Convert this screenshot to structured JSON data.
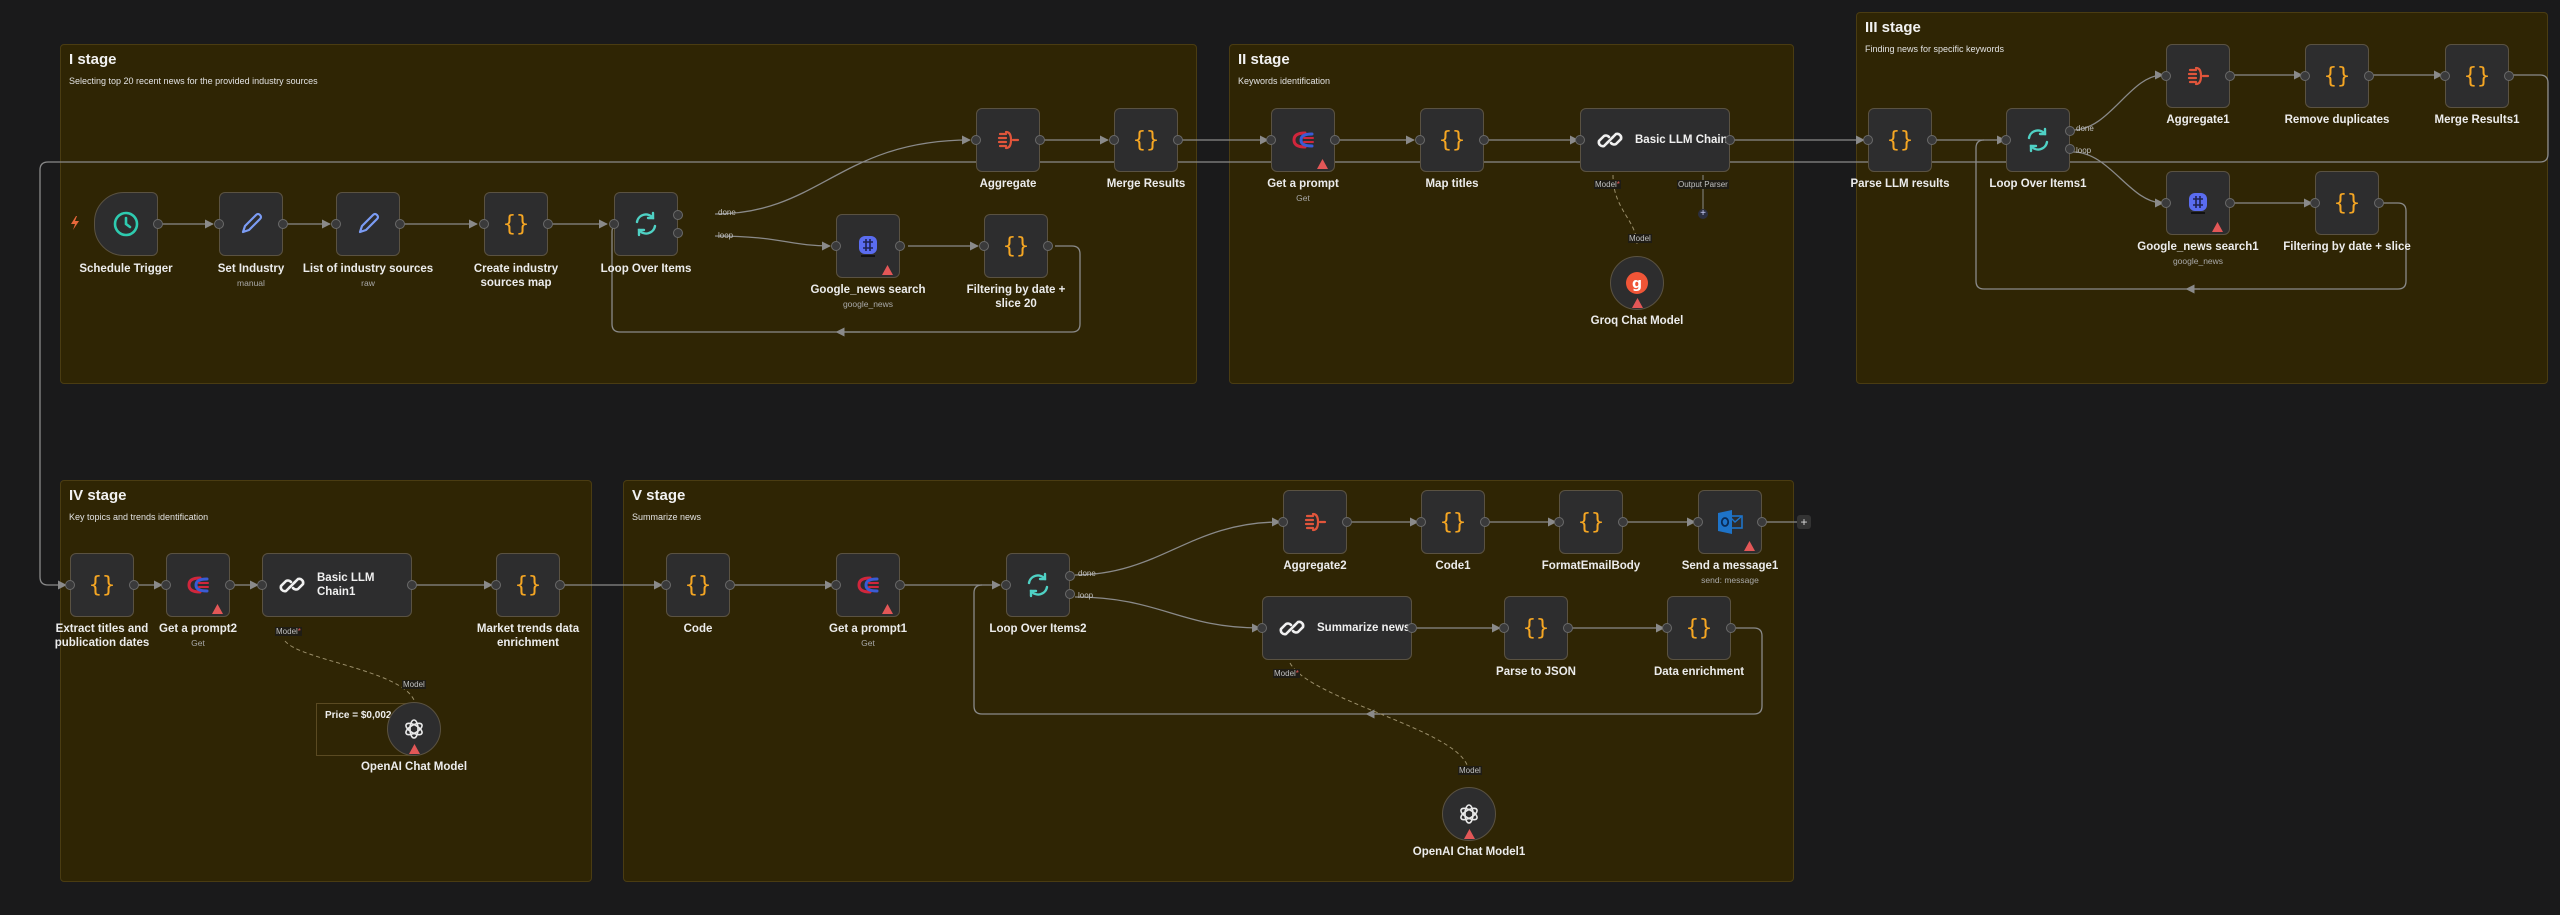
{
  "app": "n8n workflow editor",
  "colors": {
    "canvas_bg": "#1a1a1b",
    "sticky_bg": "#2f2504",
    "node_bg": "#2d2d2e",
    "code_icon": "#f5a623",
    "loop_icon": "#4fd1c5",
    "aggregate_icon": "#e2553b",
    "warning": "#e35757",
    "trigger_icon": "#2ecbb0",
    "set_icon": "#7b9cf5",
    "serpapi_icon": "#5a6cf0",
    "outlook_icon": "#1e73c8",
    "groq_icon": "#f05537"
  },
  "stages": [
    {
      "id": "s1",
      "title": "I stage",
      "subtitle": "Selecting top 20 recent news for the provided industry sources"
    },
    {
      "id": "s2",
      "title": "II stage",
      "subtitle": "Keywords identification"
    },
    {
      "id": "s3",
      "title": "III stage",
      "subtitle": "Finding news for specific keywords"
    },
    {
      "id": "s4",
      "title": "IV stage",
      "subtitle": "Key topics and trends identification"
    },
    {
      "id": "s5",
      "title": "V stage",
      "subtitle": "Summarize news"
    }
  ],
  "nodes": {
    "schedule_trigger": {
      "label": "Schedule Trigger",
      "icon": "clock-icon"
    },
    "set_industry": {
      "label": "Set Industry",
      "sub": "manual",
      "icon": "pencil-icon"
    },
    "list_sources": {
      "label": "List of industry sources",
      "sub": "raw",
      "icon": "pencil-icon"
    },
    "create_map": {
      "label": "Create industry sources map",
      "icon": "code-braces-icon"
    },
    "loop1": {
      "label": "Loop Over Items",
      "icon": "loop-icon",
      "ports": [
        "done",
        "loop"
      ]
    },
    "aggregate": {
      "label": "Aggregate",
      "icon": "aggregate-icon"
    },
    "merge_results": {
      "label": "Merge Results",
      "icon": "code-braces-icon"
    },
    "gnews1": {
      "label": "Google_news search",
      "sub": "google_news",
      "icon": "serpapi-icon",
      "warning": true
    },
    "filter1": {
      "label": "Filtering by date + slice 20",
      "icon": "code-braces-icon"
    },
    "get_prompt": {
      "label": "Get a prompt",
      "sub": "Get",
      "icon": "prompt-icon",
      "warning": true
    },
    "map_titles": {
      "label": "Map titles",
      "icon": "code-braces-icon"
    },
    "llm_chain": {
      "label": "Basic LLM Chain",
      "icon": "link-icon",
      "ports": [
        "Model",
        "Output Parser"
      ]
    },
    "groq": {
      "label": "Groq Chat Model",
      "icon": "groq-icon",
      "warning": true,
      "port": "Model"
    },
    "parse_llm": {
      "label": "Parse LLM results",
      "icon": "code-braces-icon"
    },
    "loop2": {
      "label": "Loop Over Items1",
      "icon": "loop-icon",
      "ports": [
        "done",
        "loop"
      ]
    },
    "aggregate1": {
      "label": "Aggregate1",
      "icon": "aggregate-icon"
    },
    "remove_dup": {
      "label": "Remove duplicates",
      "icon": "code-braces-icon"
    },
    "merge_results1": {
      "label": "Merge Results1",
      "icon": "code-braces-icon"
    },
    "gnews2": {
      "label": "Google_news search1",
      "sub": "google_news",
      "icon": "serpapi-icon",
      "warning": true
    },
    "filter2": {
      "label": "Filtering by date + slice",
      "icon": "code-braces-icon"
    },
    "extract_titles": {
      "label": "Extract titles and publication dates",
      "icon": "code-braces-icon"
    },
    "get_prompt2": {
      "label": "Get a prompt2",
      "sub": "Get",
      "icon": "prompt-icon",
      "warning": true
    },
    "llm_chain1": {
      "label": "Basic LLM Chain1",
      "icon": "link-icon",
      "ports": [
        "Model"
      ]
    },
    "market_trends": {
      "label": "Market trends data enrichment",
      "icon": "code-braces-icon"
    },
    "openai1": {
      "label": "OpenAI Chat Model",
      "icon": "openai-icon",
      "warning": true,
      "port": "Model"
    },
    "price_note": {
      "text": "Price = $0,002"
    },
    "code": {
      "label": "Code",
      "icon": "code-braces-icon"
    },
    "get_prompt1": {
      "label": "Get a prompt1",
      "sub": "Get",
      "icon": "prompt-icon",
      "warning": true
    },
    "loop3": {
      "label": "Loop Over Items2",
      "icon": "loop-icon",
      "ports": [
        "done",
        "loop"
      ]
    },
    "aggregate2": {
      "label": "Aggregate2",
      "icon": "aggregate-icon"
    },
    "code1": {
      "label": "Code1",
      "icon": "code-braces-icon"
    },
    "format_email": {
      "label": "FormatEmailBody",
      "icon": "code-braces-icon"
    },
    "send_message": {
      "label": "Send a message1",
      "sub": "send: message",
      "icon": "outlook-icon",
      "warning": true
    },
    "summarize": {
      "label": "Summarize news",
      "icon": "link-icon",
      "ports": [
        "Model"
      ]
    },
    "parse_json": {
      "label": "Parse to JSON",
      "icon": "code-braces-icon"
    },
    "data_enrich": {
      "label": "Data enrichment",
      "icon": "code-braces-icon"
    },
    "openai2": {
      "label": "OpenAI Chat Model1",
      "icon": "openai-icon",
      "warning": true,
      "port": "Model"
    }
  },
  "port_labels": {
    "done": "done",
    "loop": "loop",
    "model": "Model",
    "output_parser": "Output Parser"
  },
  "add_button": "+"
}
